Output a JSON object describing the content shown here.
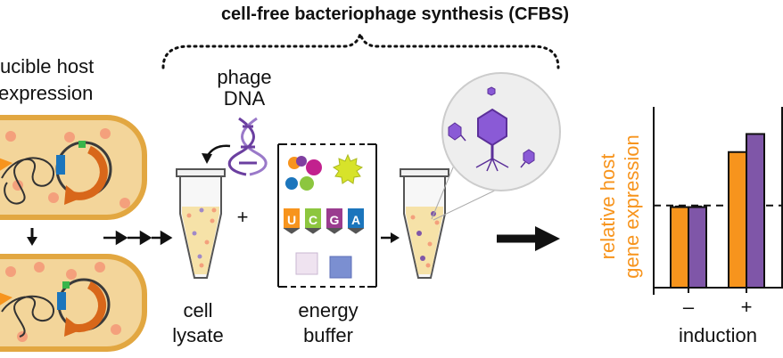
{
  "title": "cell-free bacteriophage synthesis (CFBS)",
  "left_label": {
    "line1": "ucible host",
    "line2": "expression"
  },
  "phage_label": {
    "line1": "phage",
    "line2": "DNA"
  },
  "lysate_label": {
    "line1": "cell",
    "line2": "lysate"
  },
  "buffer_label": {
    "line1": "energy",
    "line2": "buffer"
  },
  "plus_sign": "+",
  "nucleotides": [
    "U",
    "C",
    "G",
    "A"
  ],
  "colors": {
    "orange": "#f7941d",
    "purple": "#7f56a8",
    "cell_fill": "#f3d59a",
    "cell_border": "#e2a741"
  },
  "chart_data": {
    "type": "bar",
    "ylabel": "relative host gene expression",
    "xlabel": "induction",
    "categories": [
      "–",
      "+"
    ],
    "ylim": [
      0,
      2.2
    ],
    "reference_line": 1.0,
    "series": [
      {
        "color": "#f7941d",
        "values": [
          0.98,
          1.65
        ]
      },
      {
        "color": "#7f56a8",
        "values": [
          0.98,
          1.87
        ]
      }
    ]
  }
}
